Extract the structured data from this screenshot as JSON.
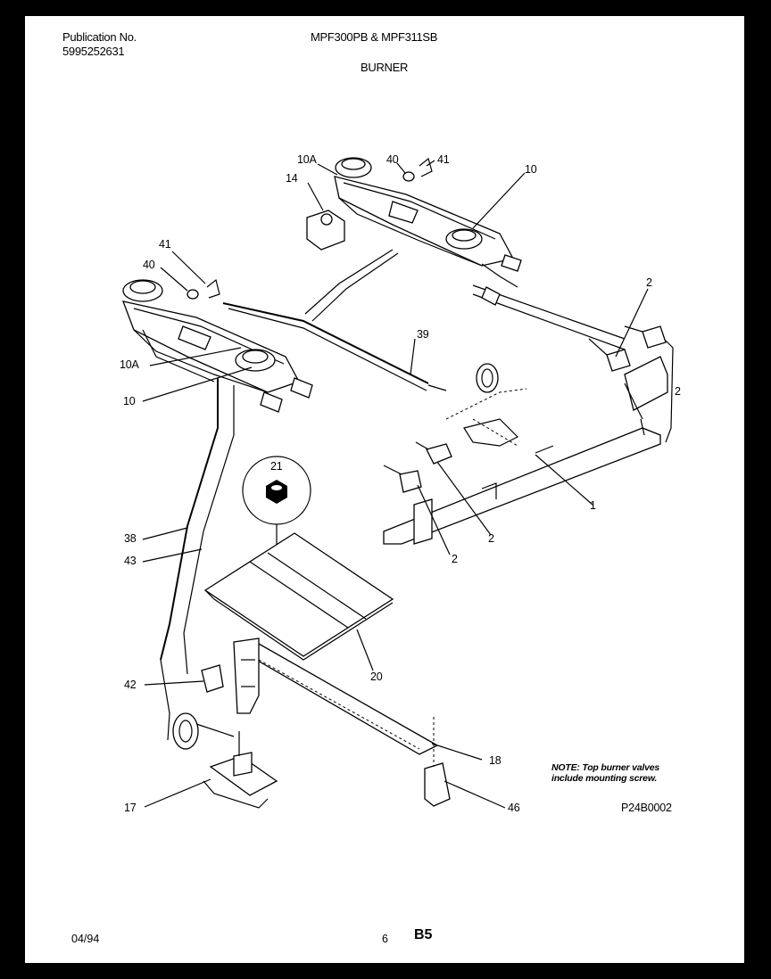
{
  "header": {
    "publication_label": "Publication No.",
    "publication_number": "5995252631",
    "model_numbers": "MPF300PB & MPF311SB",
    "section_title": "BURNER"
  },
  "callouts": {
    "c10a_top": "10A",
    "c40_top": "40",
    "c41_top": "41",
    "c10_top": "10",
    "c14": "14",
    "c41_left": "41",
    "c40_left": "40",
    "c2_right_top": "2",
    "c39": "39",
    "c10a_left": "10A",
    "c10_left": "10",
    "c2_bracket": "2",
    "c21": "21",
    "c1": "1",
    "c38": "38",
    "c43": "43",
    "c2_mid": "2",
    "c2_low": "2",
    "c20": "20",
    "c42": "42",
    "c18": "18",
    "c17": "17",
    "c46": "46"
  },
  "note": {
    "line1": "NOTE: Top burner valves",
    "line2": "include mounting screw."
  },
  "drawing_code": "P24B0002",
  "footer": {
    "date": "04/94",
    "page_number": "6",
    "page_code": "B5"
  }
}
